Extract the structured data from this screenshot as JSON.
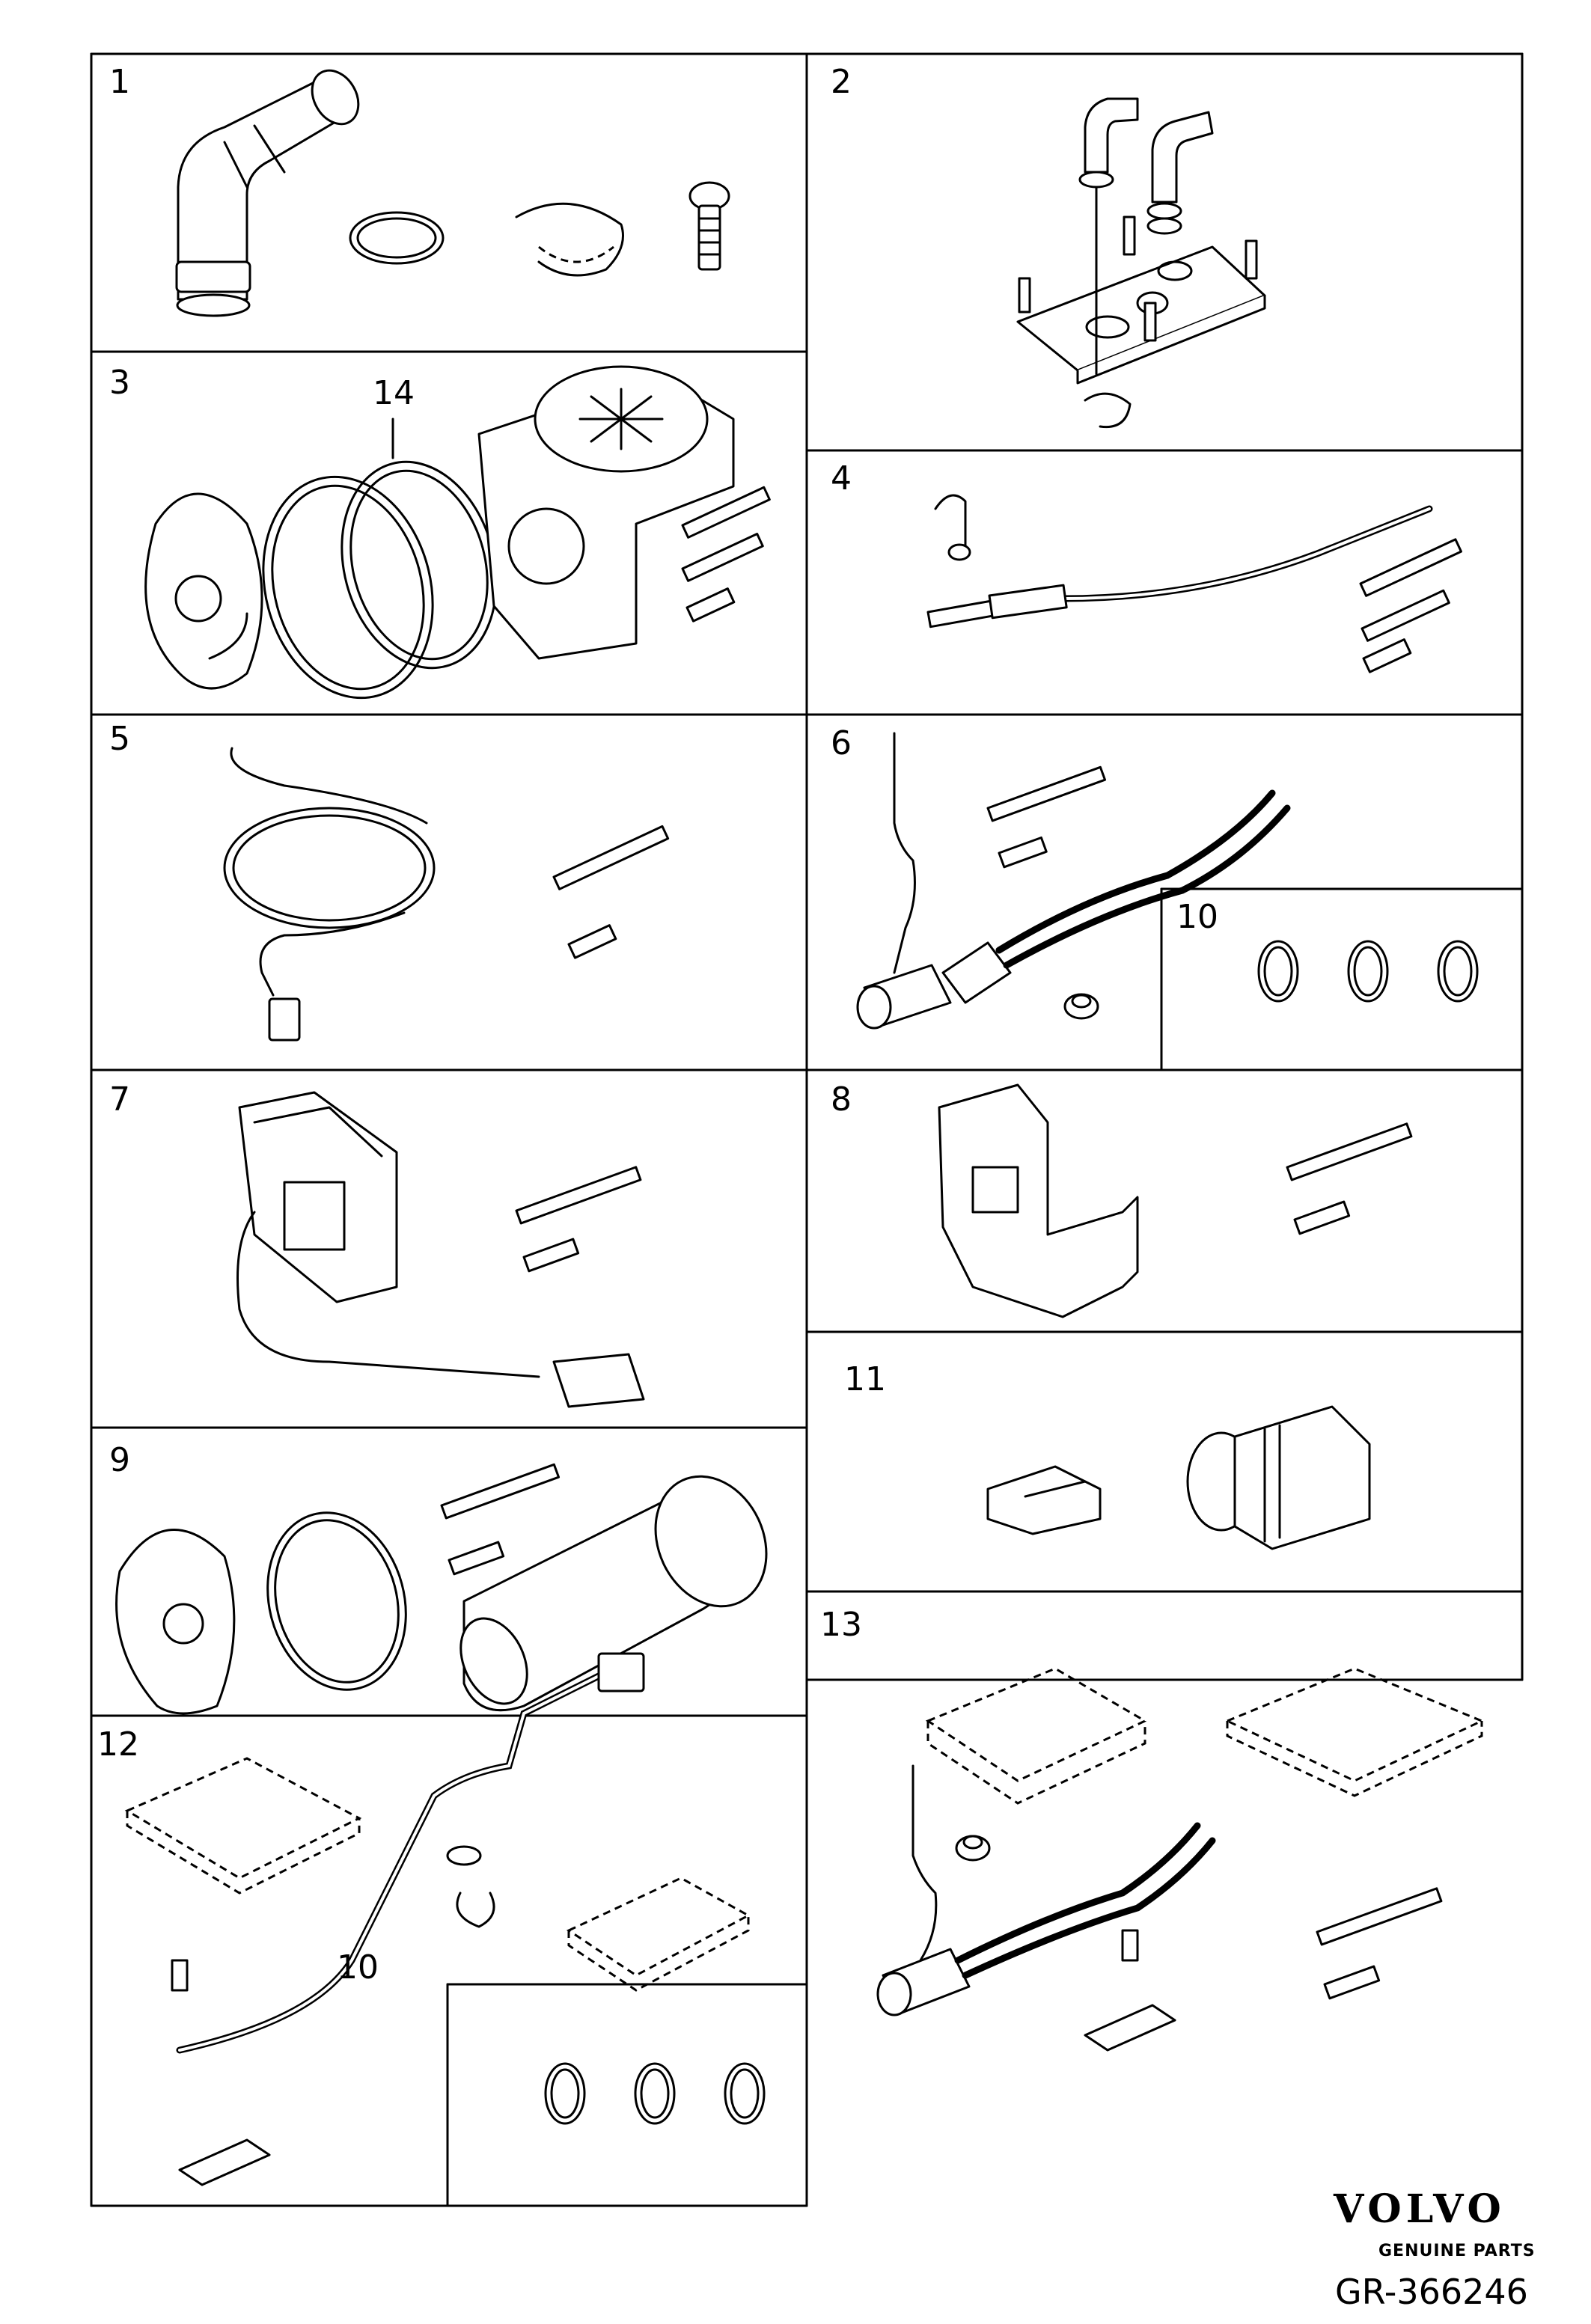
{
  "panels": [
    {
      "id": "1"
    },
    {
      "id": "2"
    },
    {
      "id": "3"
    },
    {
      "id": "4"
    },
    {
      "id": "5"
    },
    {
      "id": "6"
    },
    {
      "id": "7"
    },
    {
      "id": "8"
    },
    {
      "id": "9"
    },
    {
      "id": "10"
    },
    {
      "id": "11"
    },
    {
      "id": "12"
    },
    {
      "id": "13"
    }
  ],
  "callouts": {
    "panel3_ring": "14",
    "panel12_wire": "10"
  },
  "brand": {
    "logo": "VOLVO",
    "tagline": "GENUINE PARTS"
  },
  "reference": "GR-366246"
}
